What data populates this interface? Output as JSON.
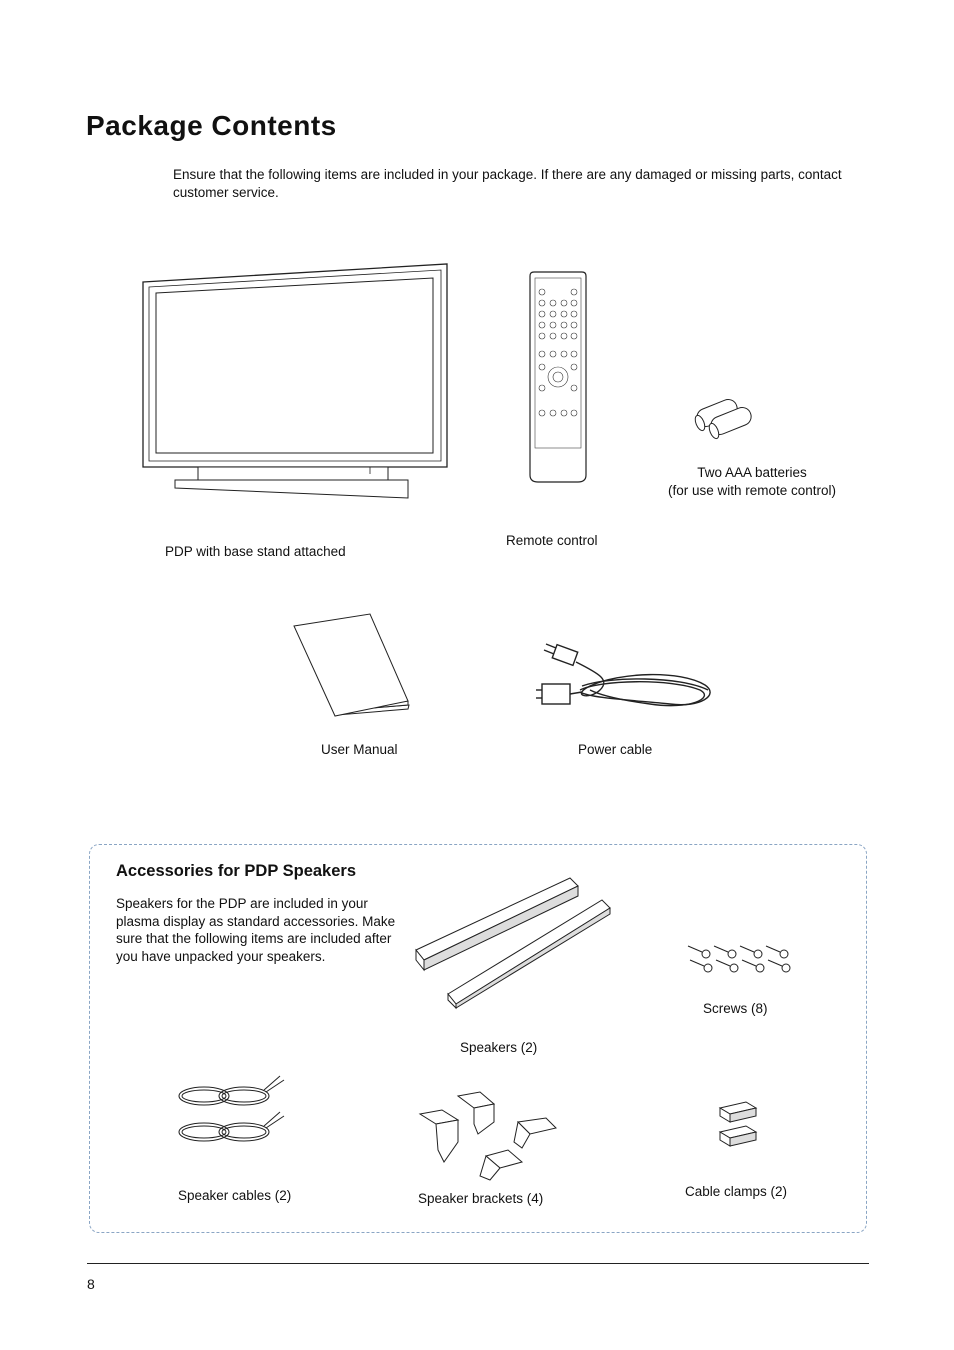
{
  "page": {
    "title": "Package  Contents",
    "intro": "Ensure that the following items are included in your package. If there are any damaged or missing parts, contact customer service.",
    "page_number": "8"
  },
  "items": {
    "pdp": "PDP with base stand attached",
    "remote": "Remote control",
    "batteries_line1": "Two AAA batteries",
    "batteries_line2": "(for use with remote control)",
    "manual": "User Manual",
    "power_cable": "Power cable"
  },
  "accessories": {
    "title": "Accessories  for  PDP  Speakers",
    "description": "Speakers for the PDP are included in your plasma display as standard accessories. Make sure that the following items are included after you have unpacked your speakers.",
    "speakers": "Speakers (2)",
    "screws": "Screws (8)",
    "speaker_cables": "Speaker cables (2)",
    "speaker_brackets": "Speaker brackets (4)",
    "cable_clamps": "Cable clamps (2)"
  }
}
